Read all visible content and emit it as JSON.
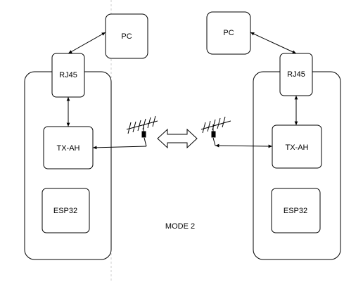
{
  "diagram": {
    "mode_label": "MODE 2",
    "left_side": {
      "pc": "PC",
      "rj45": "RJ45",
      "tx": "TX-AH",
      "esp": "ESP32"
    },
    "right_side": {
      "pc": "PC",
      "rj45": "RJ45",
      "tx": "TX-AH",
      "esp": "ESP32"
    }
  }
}
